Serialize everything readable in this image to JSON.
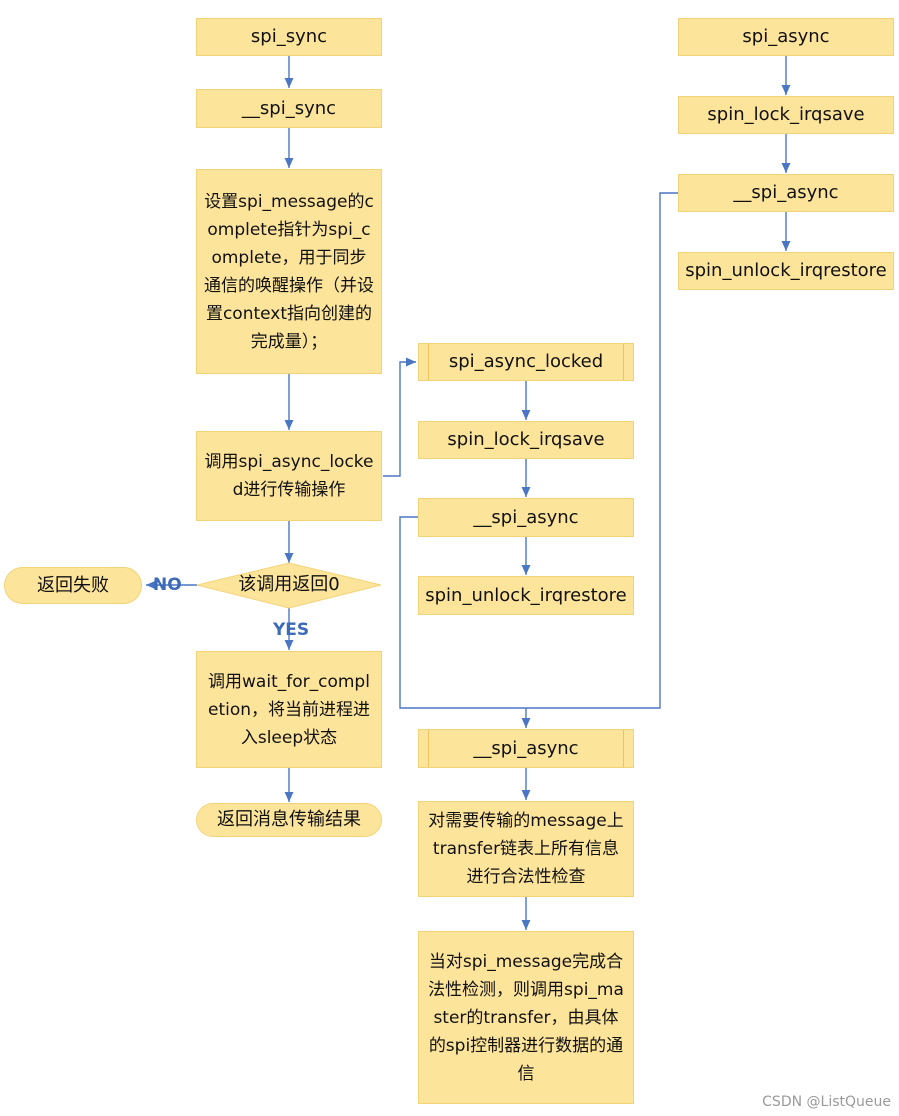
{
  "nodes": {
    "spi_sync": "spi_sync",
    "__spi_sync": "__spi_sync",
    "set_complete": "设置spi_message的complete指针为spi_complete，用于同步通信的唤醒操作（并设置context指向创建的完成量）；",
    "call_async_locked": "调用spi_async_locked进行传输操作",
    "check_return": "该调用返回0",
    "return_fail": "返回失败",
    "wait_completion": "调用wait_for_completion，将当前进程进入sleep状态",
    "return_result": "返回消息传输结果",
    "spi_async_locked": "spi_async_locked",
    "mid_spin_lock": "spin_lock_irqsave",
    "mid___spi_async": "__spi_async",
    "mid_spin_unlock": "spin_unlock_irqrestore",
    "right_spi_async": "spi_async",
    "right_spin_lock": "spin_lock_irqsave",
    "right___spi_async": "__spi_async",
    "right_spin_unlock": "spin_unlock_irqrestore",
    "bottom___spi_async": "__spi_async",
    "check_transfers": "对需要传输的message上transfer链表上所有信息进行合法性检查",
    "call_transfer": "当对spi_message完成合法性检测，则调用spi_master的transfer，由具体的spi控制器进行数据的通信"
  },
  "edge_labels": {
    "no": "NO",
    "yes": "YES"
  },
  "colors": {
    "box_fill": "#fde49b",
    "arrow": "#4a77c4",
    "label": "#3d6bb8"
  },
  "watermark": "CSDN @ListQueue"
}
